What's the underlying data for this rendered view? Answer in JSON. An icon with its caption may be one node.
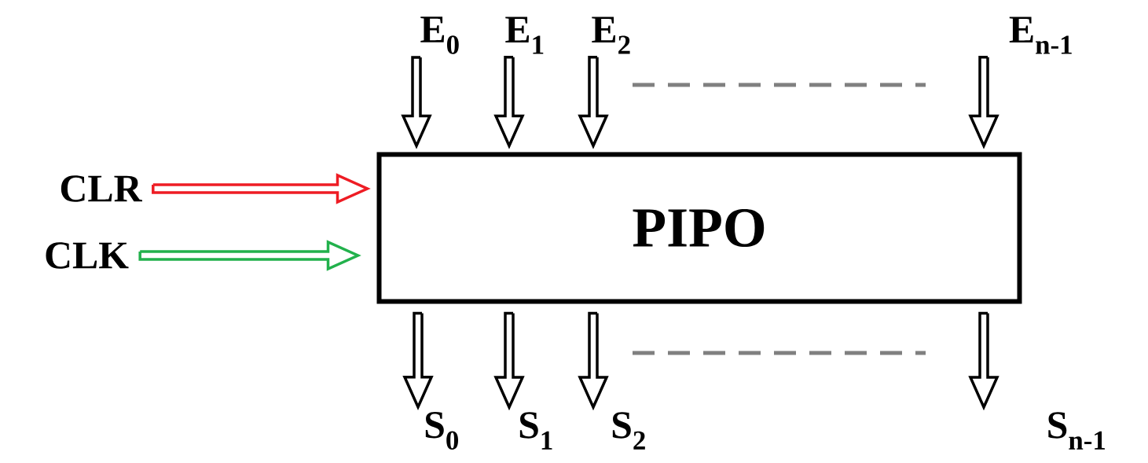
{
  "diagram": {
    "nodes": [
      {
        "text": [
          "PIPO"
        ]
      },
      {
        "text": [
          "E$_{0}$"
        ]
      },
      {
        "text": [
          "E$_{1}$"
        ]
      },
      {
        "text": [
          "E$_{2}$"
        ]
      },
      {
        "text": [
          "E$_{n-1}$"
        ]
      },
      {
        "text": [
          "CLR"
        ]
      },
      {
        "text": [
          "CLK"
        ]
      },
      {
        "text": [
          "S$_{0}$"
        ]
      },
      {
        "text": [
          "S$_{1}$"
        ]
      },
      {
        "text": [
          "S$_{2}$"
        ]
      },
      {
        "text": [
          "S$_{n-1}$"
        ]
      }
    ],
    "edges": [
      {
        "from": 1,
        "to": 0,
        "arrow": "to"
      },
      {
        "from": 2,
        "to": 0,
        "arrow": "to"
      },
      {
        "from": 3,
        "to": 0,
        "arrow": "to"
      },
      {
        "from": 4,
        "to": 0,
        "arrow": "to"
      },
      {
        "from": 5,
        "to": 0,
        "arrow": "to",
        "color": "#ee1c24"
      },
      {
        "from": 6,
        "to": 0,
        "arrow": "to",
        "color": "#22b14c"
      },
      {
        "from": 0,
        "to": 7,
        "arrow": "to"
      },
      {
        "from": 0,
        "to": 8,
        "arrow": "to"
      },
      {
        "from": 0,
        "to": 9,
        "arrow": "to"
      },
      {
        "from": 0,
        "to": 10,
        "arrow": "to"
      }
    ]
  }
}
